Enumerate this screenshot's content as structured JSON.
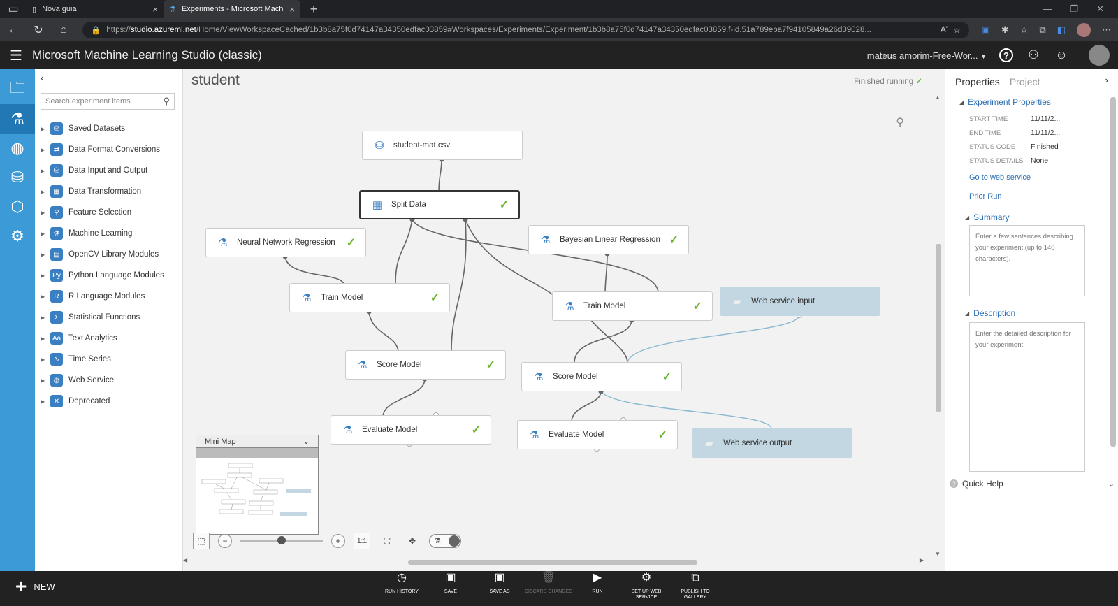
{
  "browser": {
    "tabs": [
      {
        "title": "Nova guia",
        "close": "×"
      },
      {
        "title": "Experiments - Microsoft Machine",
        "close": "×"
      }
    ],
    "new_tab": "+",
    "url_prefix": "https://",
    "url_host": "studio.azureml.net",
    "url_path": "/Home/ViewWorkspaceCached/1b3b8a75f0d74147a34350edfac03859#Workspaces/Experiments/Experiment/1b3b8a75f0d74147a34350edfac03859.f-id.51a789eba7f94105849a26d39028...",
    "read_aloud": "Aʼ"
  },
  "header": {
    "title": "Microsoft Machine Learning Studio (classic)",
    "workspace": "mateus amorim-Free-Wor...",
    "help": "?"
  },
  "palette": {
    "collapse": "‹",
    "search_placeholder": "Search experiment items",
    "categories": [
      "Saved Datasets",
      "Data Format Conversions",
      "Data Input and Output",
      "Data Transformation",
      "Feature Selection",
      "Machine Learning",
      "OpenCV Library Modules",
      "Python Language Modules",
      "R Language Modules",
      "Statistical Functions",
      "Text Analytics",
      "Time Series",
      "Web Service",
      "Deprecated"
    ]
  },
  "canvas": {
    "experiment_title": "student",
    "status": "Finished running",
    "check": "✓",
    "modules": [
      "student-mat.csv",
      "Split Data",
      "Neural Network Regression",
      "Bayesian Linear Regression",
      "Train Model",
      "Train Model",
      "Web service input",
      "Score Model",
      "Score Model",
      "Evaluate Model",
      "Evaluate Model",
      "Web service output"
    ],
    "minimap_label": "Mini Map",
    "zoom_level": 0.5,
    "one_to_one": "1:1"
  },
  "right_panel": {
    "tab_properties": "Properties",
    "tab_project": "Project",
    "collapse": "›",
    "experiment_properties": "Experiment Properties",
    "props": [
      {
        "k": "START TIME",
        "v": "11/11/2..."
      },
      {
        "k": "END TIME",
        "v": "11/11/2..."
      },
      {
        "k": "STATUS CODE",
        "v": "Finished"
      },
      {
        "k": "STATUS DETAILS",
        "v": "None"
      }
    ],
    "go_to_web_service": "Go to web service",
    "prior_run": "Prior Run",
    "summary_head": "Summary",
    "summary_placeholder": "Enter a few sentences describing your experiment (up to 140 characters).",
    "description_head": "Description",
    "description_placeholder": "Enter the detailed description for your experiment.",
    "quick_help": "Quick Help"
  },
  "toolbar": {
    "new": "NEW",
    "run_history": "RUN HISTORY",
    "save": "SAVE",
    "save_as": "SAVE AS",
    "discard": "DISCARD CHANGES",
    "run": "RUN",
    "setup_ws": "SET UP WEB SERVICE",
    "publish": "PUBLISH TO GALLERY"
  },
  "colors": {
    "accent": "#3c9bd6",
    "check": "#6bb52c",
    "webservice": "#c2d7e2"
  }
}
